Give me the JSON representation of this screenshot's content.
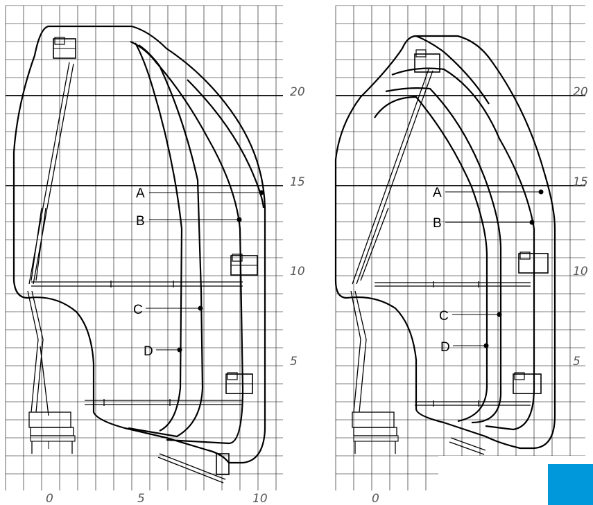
{
  "left_diagram": {
    "x_ticks": [
      "0",
      "5",
      "10"
    ],
    "y_ticks": [
      "20",
      "15",
      "10",
      "5"
    ],
    "curves": [
      "A",
      "B",
      "C",
      "D"
    ]
  },
  "right_diagram": {
    "x_ticks": [
      "0"
    ],
    "y_ticks": [
      "20",
      "15",
      "10",
      "5"
    ],
    "curves": [
      "A",
      "B",
      "C",
      "D"
    ]
  },
  "colors": {
    "corner_square": "#0098db",
    "line": "#000000",
    "tick_text": "#555555"
  },
  "icons": [
    "aerial-platform-basket-icon",
    "truck-chassis-icon"
  ]
}
